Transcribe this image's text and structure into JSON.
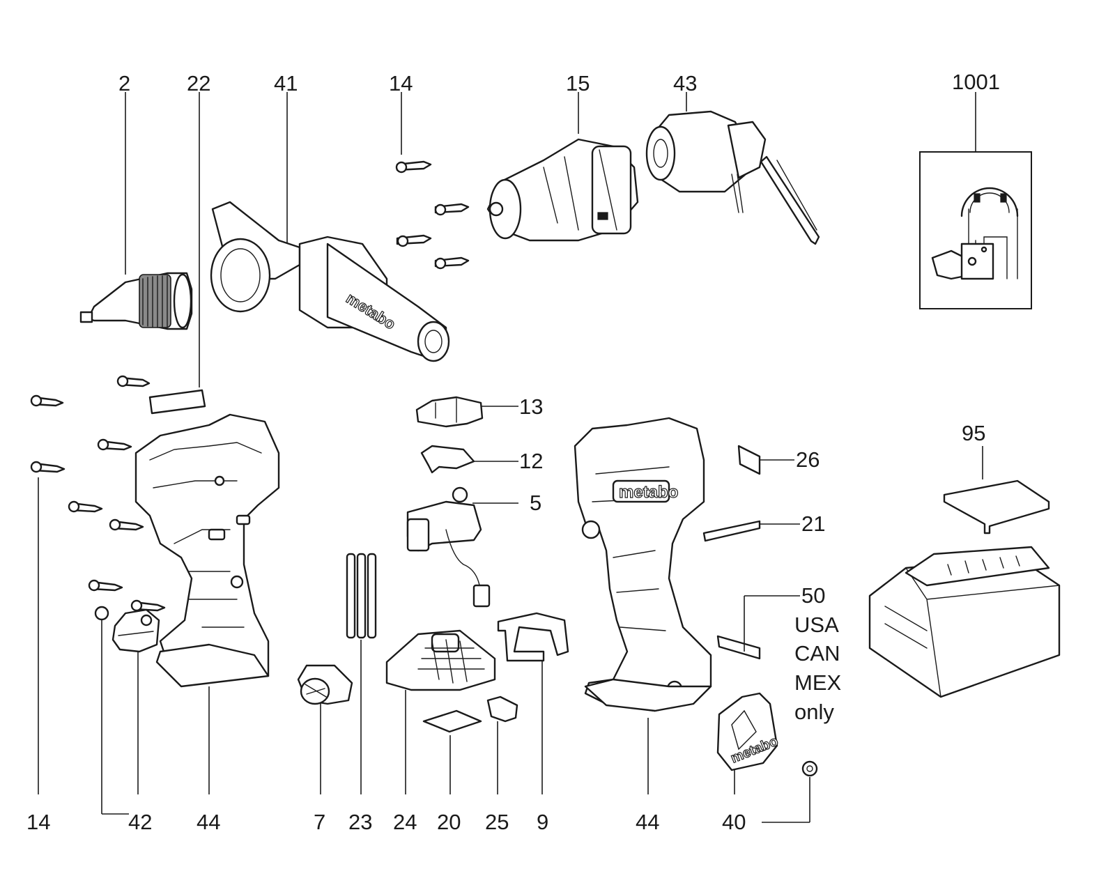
{
  "labels": {
    "p2": "2",
    "p22": "22",
    "p41": "41",
    "p14_top": "14",
    "p15": "15",
    "p43": "43",
    "p1001": "1001",
    "p13": "13",
    "p12": "12",
    "p5": "5",
    "p26": "26",
    "p21": "21",
    "p50": "50",
    "p95": "95",
    "p14_bottom": "14",
    "p42": "42",
    "p44_left": "44",
    "p7": "7",
    "p23": "23",
    "p24": "24",
    "p20": "20",
    "p25": "25",
    "p9": "9",
    "p44_right": "44",
    "p40": "40"
  },
  "note_50": [
    "USA",
    "CAN",
    "MEX",
    "only"
  ],
  "brand": "metabo"
}
